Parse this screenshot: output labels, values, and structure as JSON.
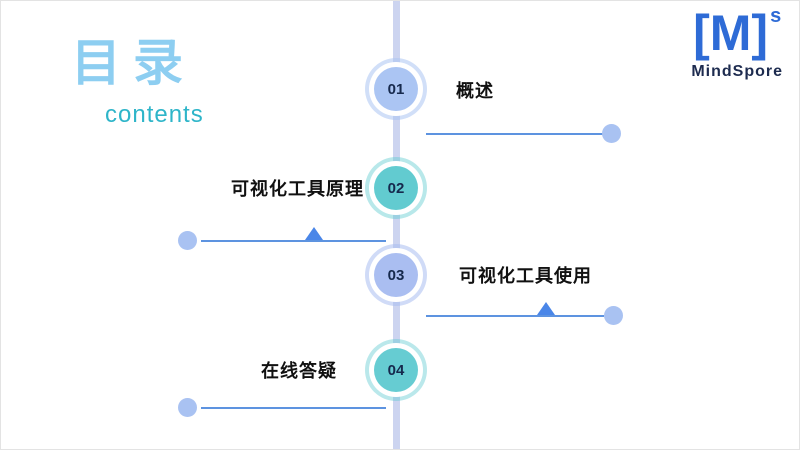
{
  "slide": {
    "title": "目录",
    "subtitle": "contents"
  },
  "logo": {
    "mark": "[M]",
    "sup": "s",
    "name": "MindSpore"
  },
  "timeline": {
    "items": [
      {
        "num": "01",
        "label": "概述"
      },
      {
        "num": "02",
        "label": "可视化工具原理"
      },
      {
        "num": "03",
        "label": "可视化工具使用"
      },
      {
        "num": "04",
        "label": "在线答疑"
      }
    ]
  },
  "colors": {
    "title_blue": "#8dcef1",
    "subtitle_teal": "#2eb5c9",
    "node_blue": "#abc5f3",
    "node_teal": "#62cbd0",
    "connector_blue": "#5d93e0",
    "vertical_line": "#ccd4f0",
    "end_dot": "#a9c2f2",
    "logo_blue": "#2e6bd6",
    "logo_text": "#1d2b4f"
  }
}
